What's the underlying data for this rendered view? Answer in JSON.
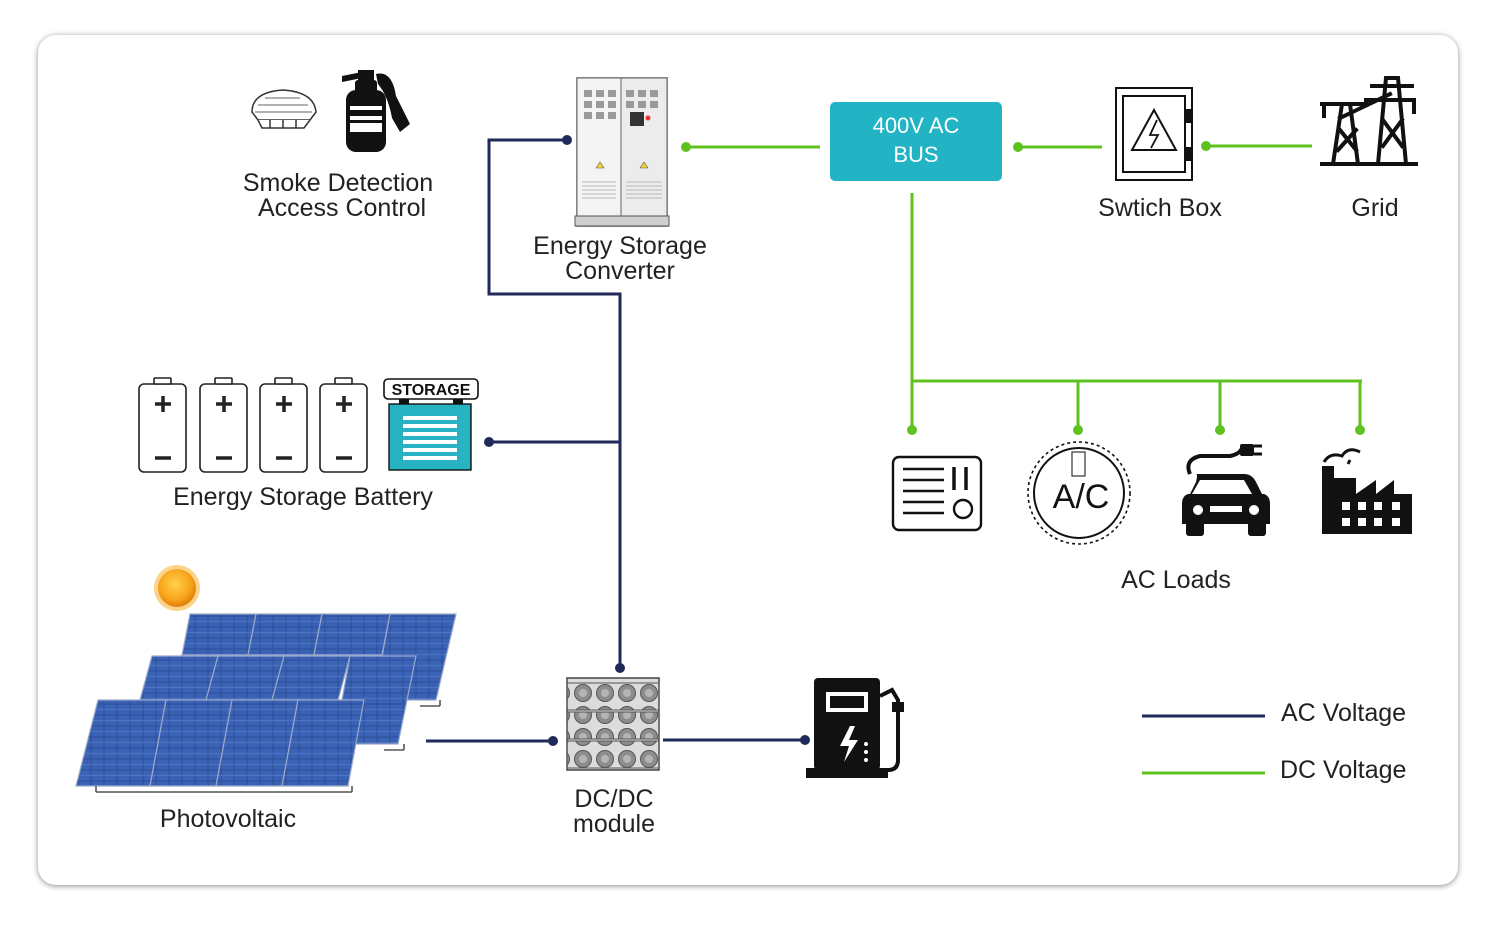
{
  "labels": {
    "smoke_line1": "Smoke Detection",
    "smoke_line2": "Access Control",
    "esc_line1": "Energy Storage",
    "esc_line2": "Converter",
    "bus_line1": "400V AC",
    "bus_line2": "BUS",
    "switch_box": "Swtich Box",
    "grid": "Grid",
    "battery": "Energy Storage Battery",
    "storage_tag": "STORAGE",
    "ac_loads": "AC Loads",
    "ac_unit": "A/C",
    "photovoltaic": "Photovoltaic",
    "dcdc_line1": "DC/DC",
    "dcdc_line2": "module"
  },
  "legend": {
    "ac": "AC Voltage",
    "dc": "DC Voltage"
  },
  "colors": {
    "ac_line": "#1f2a5a",
    "dc_line": "#5ec21e",
    "bus_fill": "#22b3c5",
    "icon": "#111111"
  }
}
